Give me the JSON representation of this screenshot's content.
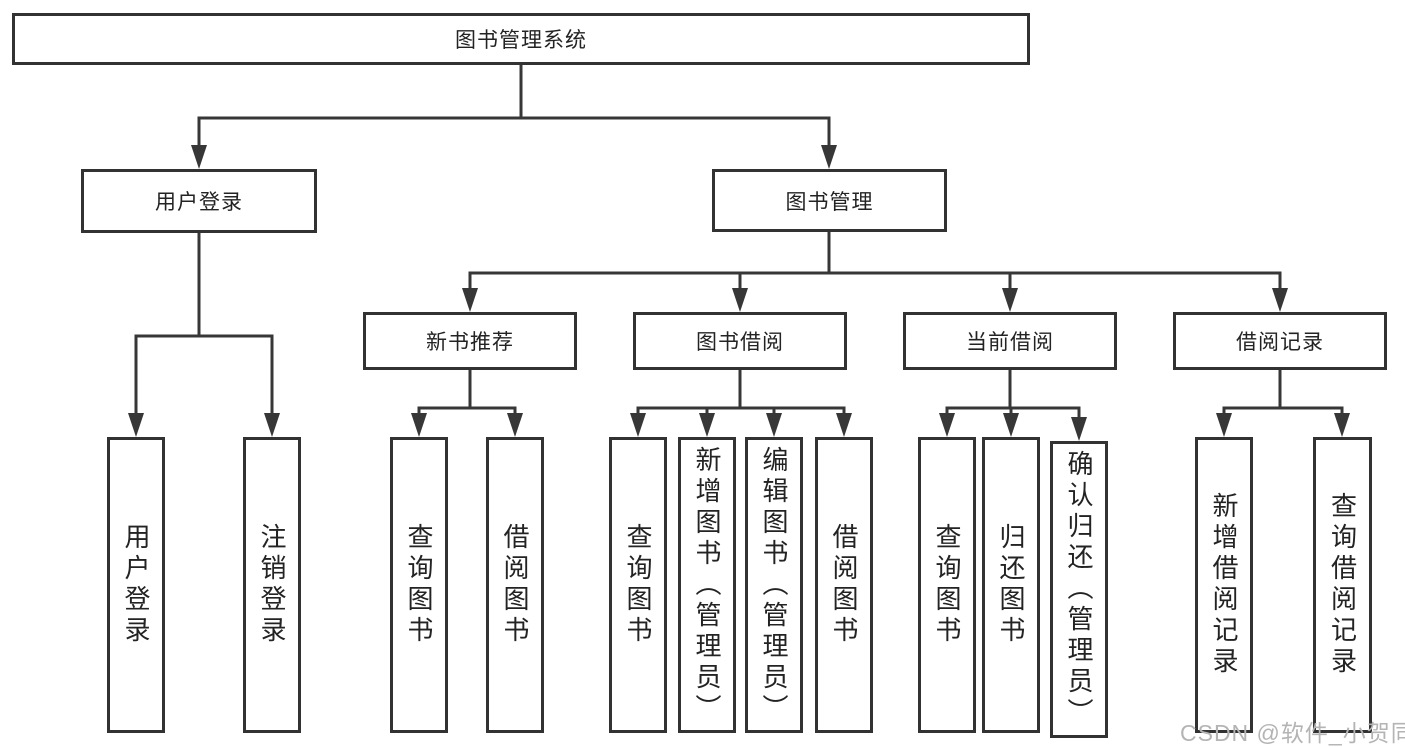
{
  "nodes": {
    "root": "图书管理系统",
    "user_login": "用户登录",
    "book_mgmt": "图书管理",
    "new_book": "新书推荐",
    "book_borrow": "图书借阅",
    "current_borrow": "当前借阅",
    "borrow_records": "借阅记录"
  },
  "leaves": {
    "user_login": [
      "用户登录",
      "注销登录"
    ],
    "new_book": [
      "查询图书",
      "借阅图书"
    ],
    "book_borrow": [
      "查询图书",
      "新增图书（管理员）",
      "编辑图书（管理员）",
      "借阅图书"
    ],
    "current_borrow": [
      "查询图书",
      "归还图书",
      "确认归还（管理员）"
    ],
    "borrow_records": [
      "新增借阅记录",
      "查询借阅记录"
    ]
  },
  "watermark": "CSDN @软件_小贺同学",
  "colors": {
    "line": "#373737",
    "box_border": "#323232",
    "text": "#232323",
    "watermark": "#b4b4b4",
    "background": "#ffffff"
  }
}
